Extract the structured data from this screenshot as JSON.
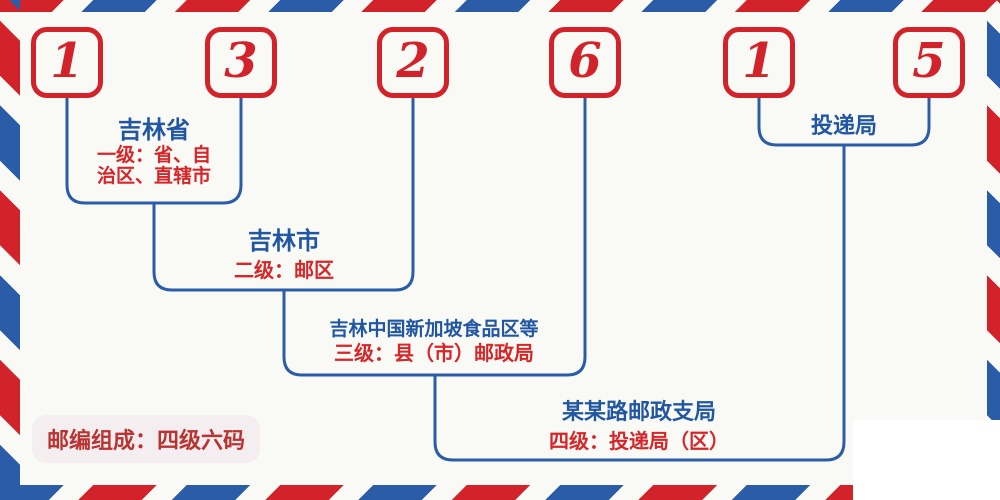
{
  "postal_code": {
    "digits": [
      "1",
      "3",
      "2",
      "6",
      "1",
      "5"
    ]
  },
  "levels": [
    {
      "name": "吉林省",
      "desc_line1": "一级：省、自",
      "desc_line2": "治区、直辖市"
    },
    {
      "name": "吉林市",
      "desc": "二级：邮区"
    },
    {
      "name": "吉林中国新加坡食品区等",
      "desc": "三级：县（市）邮政局"
    },
    {
      "name": "某某路邮政支局",
      "desc": "四级：投递局（区）"
    },
    {
      "name": "投递局"
    }
  ],
  "badge": {
    "label": "邮编组成：四级六码"
  },
  "colors": {
    "red": "#d2232b",
    "blue": "#2b5ca8",
    "text_red": "#d5262a",
    "text_blue": "#2156a3",
    "badge_bg": "#f5eef0",
    "badge_text": "#b93331",
    "background": "#f9faf5"
  }
}
